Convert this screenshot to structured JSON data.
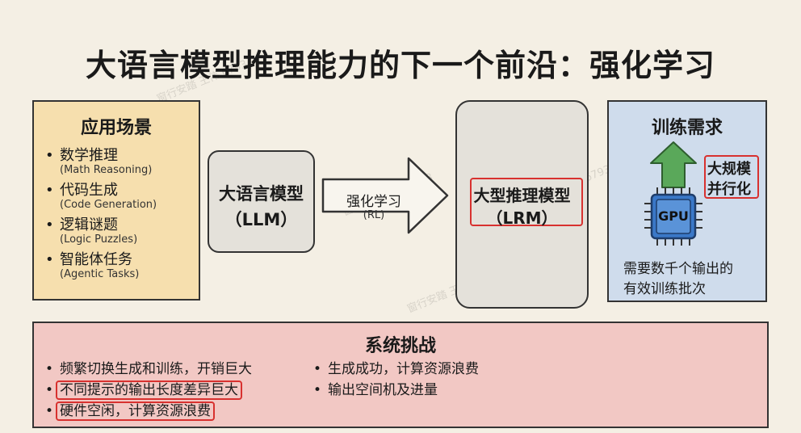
{
  "title": "大语言模型推理能力的下一个前沿：强化学习",
  "apps": {
    "heading": "应用场景",
    "items": [
      {
        "zh": "数学推理",
        "en": "(Math Reasoning)"
      },
      {
        "zh": "代码生成",
        "en": "(Code Generation)"
      },
      {
        "zh": "逻辑谜题",
        "en": "(Logic Puzzles)"
      },
      {
        "zh": "智能体任务",
        "en": "(Agentic Tasks)"
      }
    ]
  },
  "llm": {
    "line1": "大语言模型",
    "line2": "（LLM）"
  },
  "arrow": {
    "label": "强化学习",
    "sub": "(RL)"
  },
  "lrm": {
    "line1": "大型推理模型",
    "line2": "（LRM）"
  },
  "training": {
    "heading": "训练需求",
    "gpu_label": "GPU",
    "scale_line1": "大规模",
    "scale_line2": "并行化",
    "need_line1": "需要数千个输出的",
    "need_line2": "有效训练批次"
  },
  "challenges": {
    "heading": "系统挑战",
    "col1": [
      "频繁切换生成和训练，开销巨大",
      "不同提示的输出长度差异巨大",
      "硬件空闲，计算资源浪费"
    ],
    "col2": [
      "生成成功，计算资源浪费",
      "输出空间机及进量"
    ]
  },
  "watermark": "窗行安踏 王伟 6793",
  "colors": {
    "highlight": "#d8312f",
    "apps_bg": "#f6dfae",
    "training_bg": "#cfdcec",
    "challenge_bg": "#f2c8c4",
    "gpu_blue": "#3a78c8",
    "arrow_green": "#5aa85a"
  }
}
